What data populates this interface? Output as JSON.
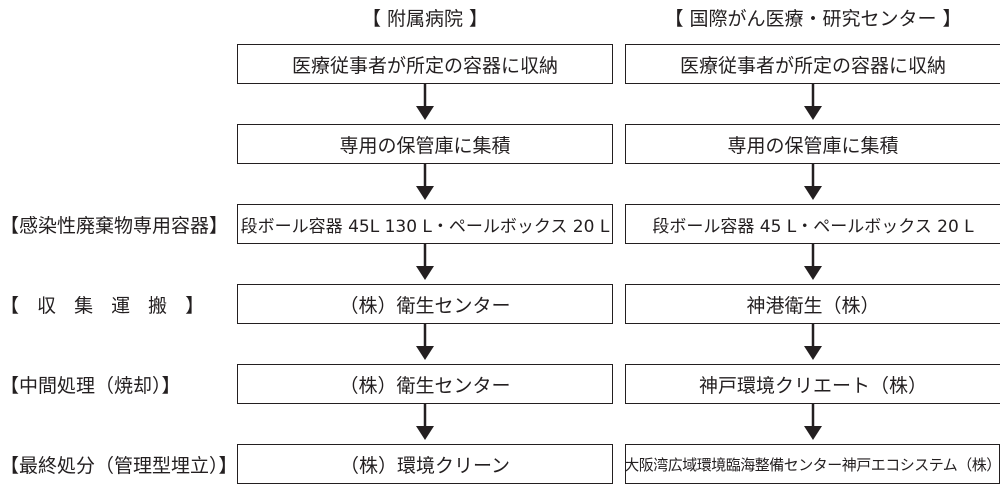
{
  "columns": [
    {
      "title": "【 附属病院 】",
      "steps": [
        "医療従事者が所定の容器に収納",
        "専用の保管庫に集積",
        "段ボール容器 45L 130 L・ペールボックス 20 L",
        "（株）衛生センター",
        "（株）衛生センター",
        "（株）環境クリーン"
      ]
    },
    {
      "title": "【 国際がん医療・研究センター 】",
      "steps": [
        "医療従事者が所定の容器に収納",
        "専用の保管庫に集積",
        "段ボール容器 45 L・ペールボックス 20 L",
        "神港衛生（株）",
        "神戸環境クリエート（株）",
        "大阪湾広域環境臨海整備センター神戸エコシステム（株）"
      ]
    }
  ],
  "row_labels": {
    "container": "【感染性廃棄物専用容器】",
    "collection": "【 収 集 運 搬 】",
    "intermediate": "【中間処理（焼却）】",
    "final": "【最終処分（管理型埋立）】"
  }
}
